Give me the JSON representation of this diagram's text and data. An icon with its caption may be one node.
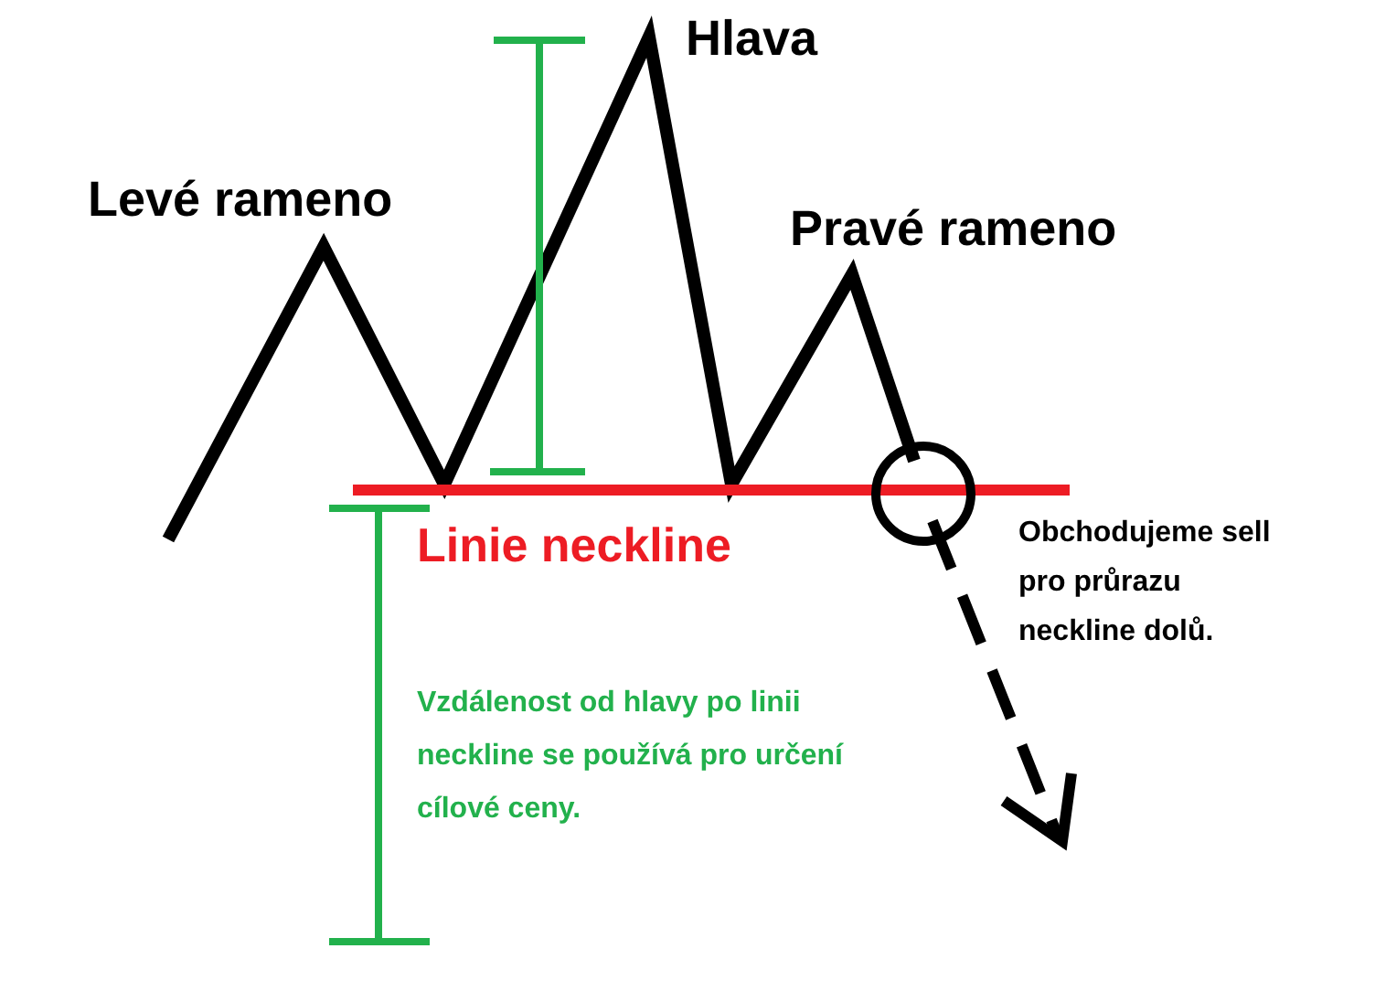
{
  "diagram": {
    "labels": [
      "Hlava",
      "Levé rameno",
      "Pravé rameno",
      "Linie neckline",
      "Obchodujeme sell pro průrazu neckline dolů.",
      "Vzdálenost od hlavy po linii neckline se používá pro určení cílové ceny."
    ]
  }
}
